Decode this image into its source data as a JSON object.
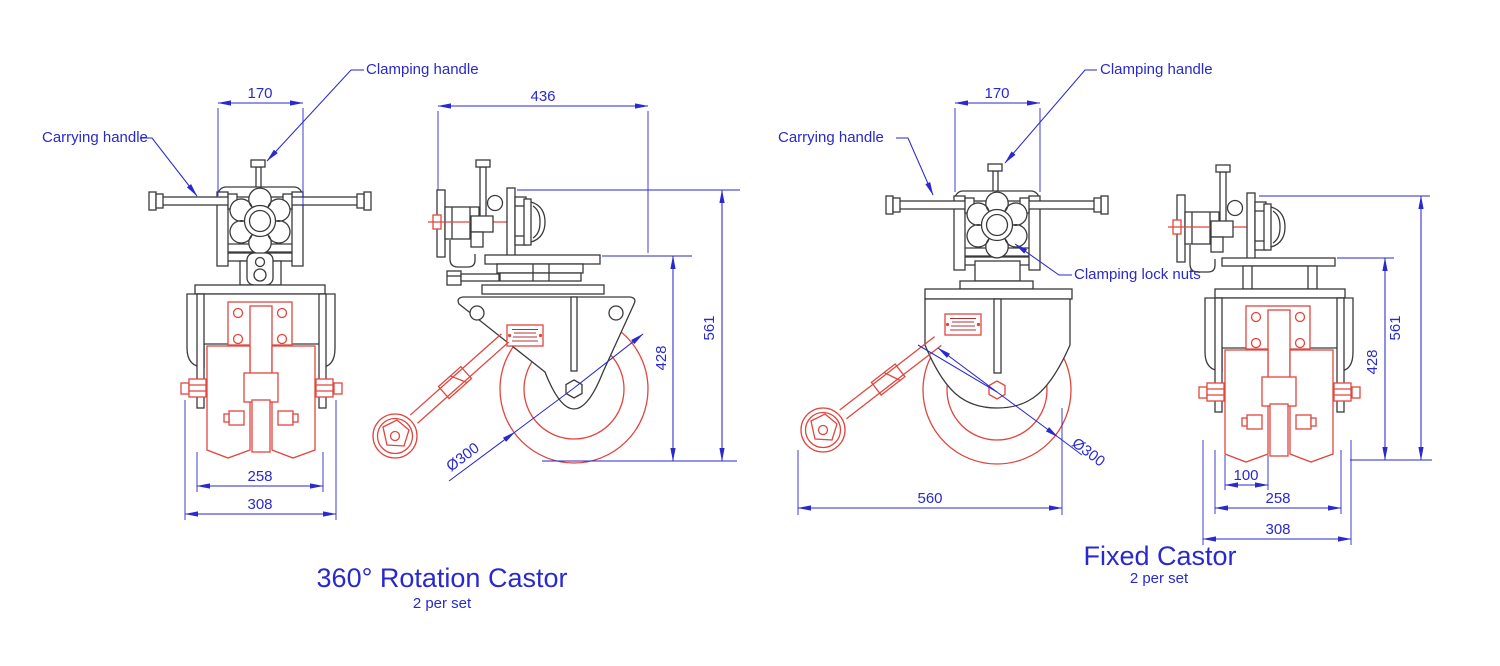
{
  "drawing": {
    "colors": {
      "line": "#3a3a3a",
      "red": "#e0463e",
      "blue": "#2929cf",
      "background": "#ffffff"
    },
    "left_castor": {
      "title": "360° Rotation Castor",
      "subtitle": "2 per set",
      "labels": {
        "carrying_handle": "Carrying handle",
        "clamping_handle": "Clamping handle"
      },
      "dims": {
        "top_width": "170",
        "side_span": "436",
        "overall_height": "561",
        "swivel_height": "428",
        "wheel_diameter": "Ø300",
        "fork_inner_width": "258",
        "fork_outer_width": "308"
      }
    },
    "right_castor": {
      "title": "Fixed Castor",
      "subtitle": "2 per set",
      "labels": {
        "carrying_handle": "Carrying handle",
        "clamping_handle": "Clamping handle",
        "clamping_lock_nuts": "Clamping lock nuts"
      },
      "dims": {
        "top_width": "170",
        "swing_span": "560",
        "overall_height": "561",
        "swivel_height": "428",
        "wheel_diameter": "Ø300",
        "wheel_width": "100",
        "fork_inner_width": "258",
        "fork_outer_width": "308"
      }
    }
  }
}
